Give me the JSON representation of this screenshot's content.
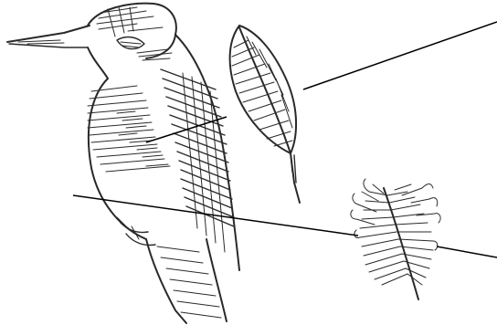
{
  "figure": {
    "subject": "",
    "parts": [
      {
        "id": "bird",
        "icon": "kingfisher-illustration"
      },
      {
        "id": "wing-feather",
        "icon": "contour-feather-illustration"
      },
      {
        "id": "down-feather",
        "icon": "down-feather-illustration"
      }
    ],
    "colors": {
      "background": "#ffffff",
      "ink": "#2a2a2a",
      "leader": "#000000"
    }
  }
}
